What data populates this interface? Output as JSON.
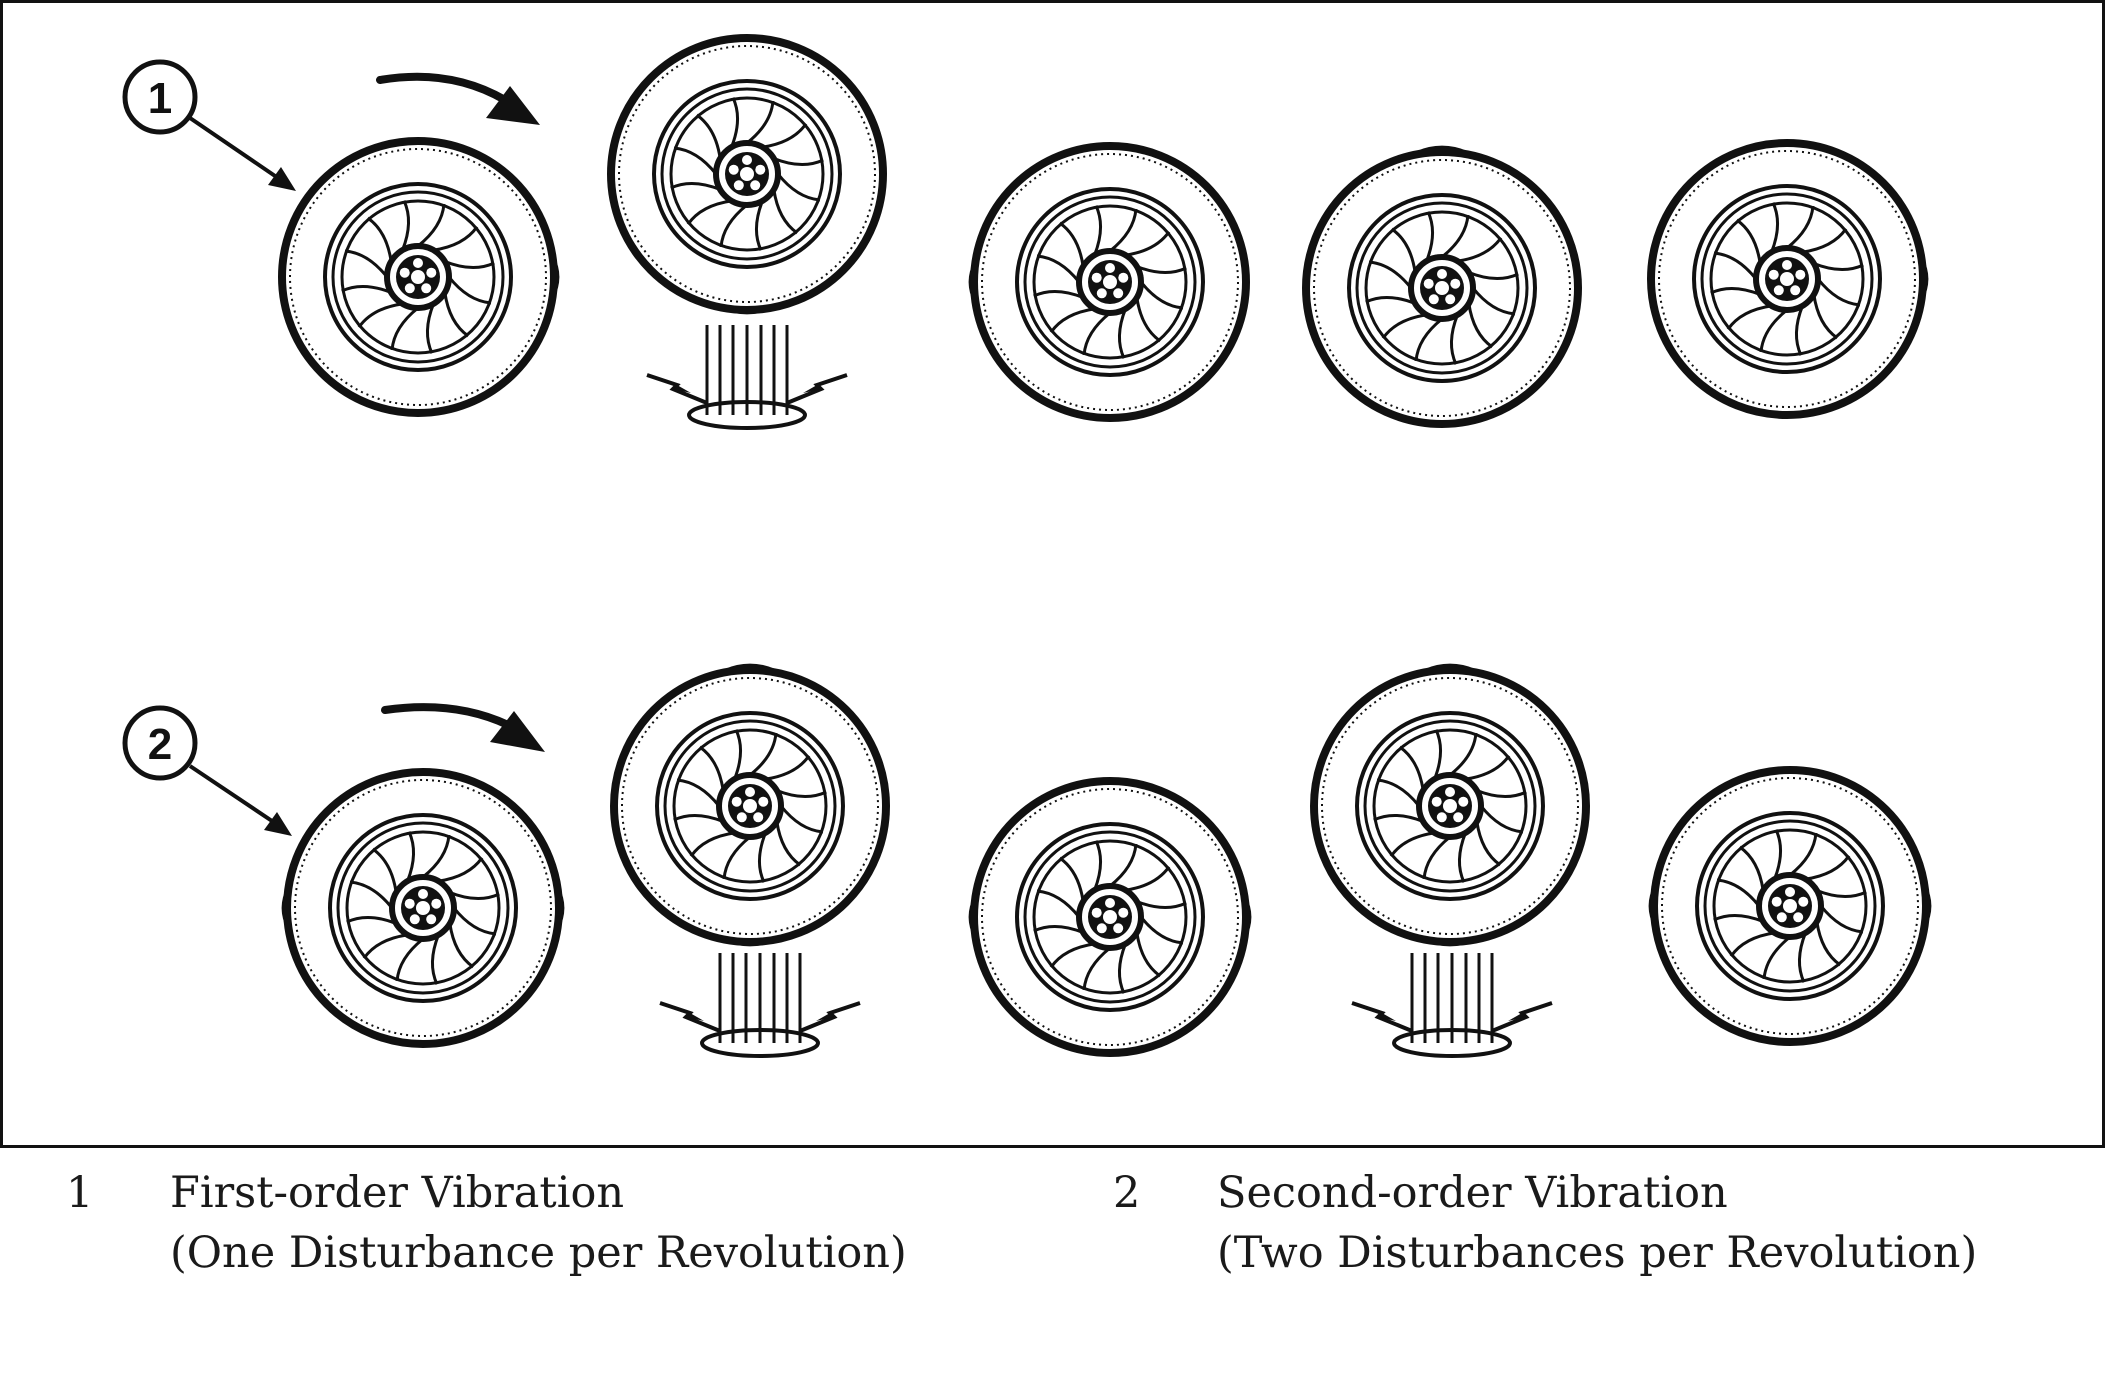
{
  "callouts": [
    {
      "label": "1"
    },
    {
      "label": "2"
    }
  ],
  "legend": [
    {
      "number": "1",
      "title": "First-order Vibration",
      "subtitle": "(One Disturbance per Revolution)"
    },
    {
      "number": "2",
      "title": "Second-order Vibration",
      "subtitle": "(Two Disturbances per Revolution)"
    }
  ],
  "rows": [
    {
      "order": 1,
      "bulges_per_revolution": 1,
      "wheels": 5,
      "road_impacts": 1
    },
    {
      "order": 2,
      "bulges_per_revolution": 2,
      "wheels": 5,
      "road_impacts": 2
    }
  ],
  "icons": [
    "wheel-icon",
    "rotation-arrow-icon",
    "road-impact-icon",
    "callout-arrow-icon"
  ],
  "colors": {
    "ink": "#111111",
    "background": "#ffffff"
  }
}
